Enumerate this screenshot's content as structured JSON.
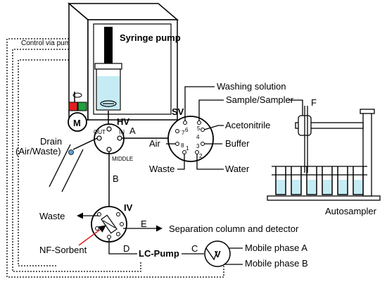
{
  "labels": {
    "control_via_pump": "Control via pump",
    "syringe_pump": "Syringe pump",
    "motor": "M",
    "hv": "HV",
    "sv": "SV",
    "iv": "IV",
    "out": "OUT",
    "in": "IN",
    "middle": "MIDDLE",
    "line_a": "A",
    "line_b": "B",
    "line_c": "C",
    "line_d": "D",
    "line_e": "E",
    "line_f": "F",
    "valve_v": "V",
    "drain_line1": "Drain",
    "drain_line2": "(Air/Waste)",
    "air": "Air",
    "waste_sv": "Waste",
    "washing_solution": "Washing solution",
    "sample_sampler": "Sample/Sampler",
    "acetonitrile": "Acetonitrile",
    "buffer": "Buffer",
    "water": "Water",
    "waste_iv": "Waste",
    "nf_sorbent": "NF-Sorbent",
    "lc_pump": "LC-Pump",
    "separation": "Separation column and detector",
    "mobile_a": "Mobile phase A",
    "mobile_b": "Mobile phase B",
    "autosampler": "Autosampler"
  },
  "sv_ports": [
    "1",
    "2",
    "3",
    "4",
    "5",
    "6",
    "7",
    "8"
  ],
  "colors": {
    "liquid": "#c5ecf5",
    "motor_red": "#e02020",
    "motor_green": "#20a040",
    "sorbent_arrow": "#e02020",
    "drip": "#5aa0d8"
  }
}
